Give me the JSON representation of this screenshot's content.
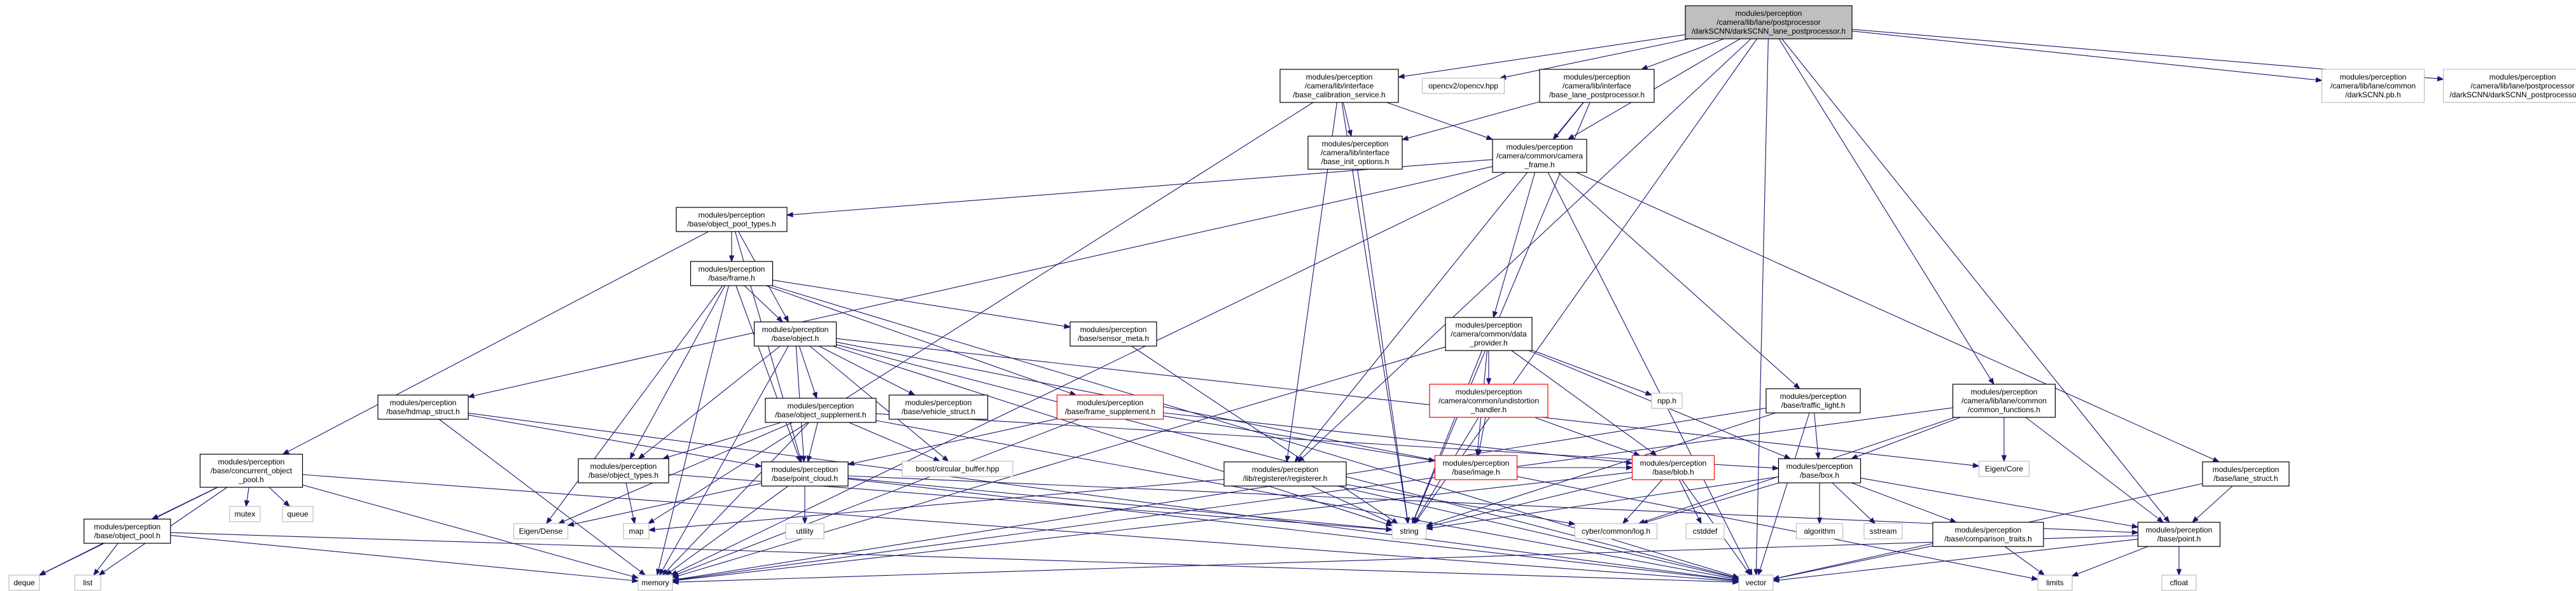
{
  "graph": {
    "root": "n0",
    "nodes": [
      {
        "id": "n0",
        "lines": [
          "modules/perception",
          "/camera/lib/lane/postprocessor",
          "/darkSCNN/darkSCNN_lane_postprocessor.h"
        ],
        "style": "root"
      },
      {
        "id": "n1",
        "lines": [
          "modules/perception",
          "/camera/lib/interface",
          "/base_calibration_service.h"
        ],
        "style": "normal"
      },
      {
        "id": "n2",
        "lines": [
          "opencv2/opencv.hpp"
        ],
        "style": "sys"
      },
      {
        "id": "n3",
        "lines": [
          "modules/perception",
          "/camera/lib/interface",
          "/base_lane_postprocessor.h"
        ],
        "style": "normal"
      },
      {
        "id": "n4",
        "lines": [
          "modules/perception",
          "/camera/lib/lane/common",
          "/darkSCNN.pb.h"
        ],
        "style": "sys"
      },
      {
        "id": "n5",
        "lines": [
          "modules/perception",
          "/camera/lib/lane/postprocessor",
          "/darkSCNN/darkSCNN_postprocessor.pb.h"
        ],
        "style": "sys"
      },
      {
        "id": "n6",
        "lines": [
          "modules/perception",
          "/camera/lib/interface",
          "/base_init_options.h"
        ],
        "style": "normal"
      },
      {
        "id": "n7",
        "lines": [
          "modules/perception",
          "/camera/common/camera",
          "_frame.h"
        ],
        "style": "normal"
      },
      {
        "id": "n8",
        "lines": [
          "modules/perception",
          "/base/object_pool_types.h"
        ],
        "style": "normal"
      },
      {
        "id": "n9",
        "lines": [
          "modules/perception",
          "/base/frame.h"
        ],
        "style": "normal"
      },
      {
        "id": "n10",
        "lines": [
          "modules/perception",
          "/base/object.h"
        ],
        "style": "normal"
      },
      {
        "id": "n11",
        "lines": [
          "modules/perception",
          "/base/sensor_meta.h"
        ],
        "style": "normal"
      },
      {
        "id": "n12",
        "lines": [
          "modules/perception",
          "/camera/common/data",
          "_provider.h"
        ],
        "style": "normal"
      },
      {
        "id": "n13",
        "lines": [
          "modules/perception",
          "/camera/common/undistortion",
          "_handler.h"
        ],
        "style": "red"
      },
      {
        "id": "n14",
        "lines": [
          "npp.h"
        ],
        "style": "sys"
      },
      {
        "id": "n15",
        "lines": [
          "modules/perception",
          "/base/traffic_light.h"
        ],
        "style": "normal"
      },
      {
        "id": "n16",
        "lines": [
          "modules/perception",
          "/camera/lib/lane/common",
          "/common_functions.h"
        ],
        "style": "normal"
      },
      {
        "id": "n17",
        "lines": [
          "modules/perception",
          "/base/hdmap_struct.h"
        ],
        "style": "normal"
      },
      {
        "id": "n18",
        "lines": [
          "modules/perception",
          "/base/object_supplement.h"
        ],
        "style": "normal"
      },
      {
        "id": "n19",
        "lines": [
          "modules/perception",
          "/base/vehicle_struct.h"
        ],
        "style": "normal"
      },
      {
        "id": "n20",
        "lines": [
          "modules/perception",
          "/base/frame_supplement.h"
        ],
        "style": "red"
      },
      {
        "id": "n21",
        "lines": [
          "modules/perception",
          "/base/concurrent_object",
          "_pool.h"
        ],
        "style": "normal"
      },
      {
        "id": "n22",
        "lines": [
          "modules/perception",
          "/base/object_types.h"
        ],
        "style": "normal"
      },
      {
        "id": "n23",
        "lines": [
          "modules/perception",
          "/base/point_cloud.h"
        ],
        "style": "normal"
      },
      {
        "id": "n24",
        "lines": [
          "boost/circular_buffer.hpp"
        ],
        "style": "sys"
      },
      {
        "id": "n25",
        "lines": [
          "modules/perception",
          "/lib/registerer/registerer.h"
        ],
        "style": "normal"
      },
      {
        "id": "n26",
        "lines": [
          "modules/perception",
          "/base/image.h"
        ],
        "style": "red"
      },
      {
        "id": "n27",
        "lines": [
          "modules/perception",
          "/base/blob.h"
        ],
        "style": "red"
      },
      {
        "id": "n28",
        "lines": [
          "Eigen/Core"
        ],
        "style": "sys"
      },
      {
        "id": "n29",
        "lines": [
          "modules/perception",
          "/base/box.h"
        ],
        "style": "normal"
      },
      {
        "id": "n30",
        "lines": [
          "modules/perception",
          "/base/lane_struct.h"
        ],
        "style": "normal"
      },
      {
        "id": "n31",
        "lines": [
          "modules/perception",
          "/base/object_pool.h"
        ],
        "style": "normal"
      },
      {
        "id": "n32",
        "lines": [
          "mutex"
        ],
        "style": "sys"
      },
      {
        "id": "n33",
        "lines": [
          "queue"
        ],
        "style": "sys"
      },
      {
        "id": "n34",
        "lines": [
          "Eigen/Dense"
        ],
        "style": "sys"
      },
      {
        "id": "n35",
        "lines": [
          "map"
        ],
        "style": "sys"
      },
      {
        "id": "n36",
        "lines": [
          "utility"
        ],
        "style": "sys"
      },
      {
        "id": "n37",
        "lines": [
          "string"
        ],
        "style": "sys"
      },
      {
        "id": "n38",
        "lines": [
          "cyber/common/log.h"
        ],
        "style": "sys"
      },
      {
        "id": "n39",
        "lines": [
          "cstddef"
        ],
        "style": "sys"
      },
      {
        "id": "n40",
        "lines": [
          "algorithm"
        ],
        "style": "sys"
      },
      {
        "id": "n41",
        "lines": [
          "sstream"
        ],
        "style": "sys"
      },
      {
        "id": "n42",
        "lines": [
          "modules/perception",
          "/base/comparison_traits.h"
        ],
        "style": "normal"
      },
      {
        "id": "n43",
        "lines": [
          "modules/perception",
          "/base/point.h"
        ],
        "style": "normal"
      },
      {
        "id": "n44",
        "lines": [
          "deque"
        ],
        "style": "sys"
      },
      {
        "id": "n45",
        "lines": [
          "list"
        ],
        "style": "sys"
      },
      {
        "id": "n46",
        "lines": [
          "memory"
        ],
        "style": "sys"
      },
      {
        "id": "n47",
        "lines": [
          "vector"
        ],
        "style": "sys"
      },
      {
        "id": "n48",
        "lines": [
          "limits"
        ],
        "style": "sys"
      },
      {
        "id": "n49",
        "lines": [
          "cfloat"
        ],
        "style": "sys"
      }
    ],
    "edges": [
      [
        "n0",
        "n1"
      ],
      [
        "n0",
        "n2"
      ],
      [
        "n0",
        "n3"
      ],
      [
        "n0",
        "n4"
      ],
      [
        "n0",
        "n5"
      ],
      [
        "n0",
        "n7"
      ],
      [
        "n0",
        "n16"
      ],
      [
        "n0",
        "n25"
      ],
      [
        "n0",
        "n37"
      ],
      [
        "n0",
        "n43"
      ],
      [
        "n0",
        "n47"
      ],
      [
        "n1",
        "n6"
      ],
      [
        "n1",
        "n7"
      ],
      [
        "n1",
        "n25"
      ],
      [
        "n1",
        "n37"
      ],
      [
        "n1",
        "n35"
      ],
      [
        "n3",
        "n6"
      ],
      [
        "n3",
        "n7"
      ],
      [
        "n3",
        "n25"
      ],
      [
        "n3",
        "n37"
      ],
      [
        "n6",
        "n37"
      ],
      [
        "n7",
        "n8"
      ],
      [
        "n7",
        "n12"
      ],
      [
        "n7",
        "n15"
      ],
      [
        "n7",
        "n17"
      ],
      [
        "n7",
        "n30"
      ],
      [
        "n7",
        "n46"
      ],
      [
        "n7",
        "n47"
      ],
      [
        "n8",
        "n9"
      ],
      [
        "n8",
        "n10"
      ],
      [
        "n8",
        "n21"
      ],
      [
        "n8",
        "n23"
      ],
      [
        "n9",
        "n10"
      ],
      [
        "n9",
        "n11"
      ],
      [
        "n9",
        "n20"
      ],
      [
        "n9",
        "n22"
      ],
      [
        "n9",
        "n23"
      ],
      [
        "n9",
        "n34"
      ],
      [
        "n9",
        "n46"
      ],
      [
        "n9",
        "n47"
      ],
      [
        "n10",
        "n18"
      ],
      [
        "n10",
        "n19"
      ],
      [
        "n10",
        "n22"
      ],
      [
        "n10",
        "n23"
      ],
      [
        "n10",
        "n24"
      ],
      [
        "n10",
        "n28"
      ],
      [
        "n10",
        "n37"
      ],
      [
        "n10",
        "n46"
      ],
      [
        "n10",
        "n47"
      ],
      [
        "n10",
        "n48"
      ],
      [
        "n11",
        "n37"
      ],
      [
        "n12",
        "n13"
      ],
      [
        "n12",
        "n14"
      ],
      [
        "n12",
        "n26"
      ],
      [
        "n12",
        "n27"
      ],
      [
        "n12",
        "n29"
      ],
      [
        "n12",
        "n37"
      ],
      [
        "n12",
        "n46"
      ],
      [
        "n13",
        "n26"
      ],
      [
        "n13",
        "n27"
      ],
      [
        "n13",
        "n37"
      ],
      [
        "n15",
        "n29"
      ],
      [
        "n15",
        "n37"
      ],
      [
        "n15",
        "n46"
      ],
      [
        "n15",
        "n47"
      ],
      [
        "n16",
        "n28"
      ],
      [
        "n16",
        "n29"
      ],
      [
        "n16",
        "n38"
      ],
      [
        "n16",
        "n43"
      ],
      [
        "n16",
        "n46"
      ],
      [
        "n17",
        "n23"
      ],
      [
        "n17",
        "n46"
      ],
      [
        "n17",
        "n47"
      ],
      [
        "n18",
        "n22"
      ],
      [
        "n18",
        "n23"
      ],
      [
        "n18",
        "n24"
      ],
      [
        "n18",
        "n29"
      ],
      [
        "n18",
        "n34"
      ],
      [
        "n18",
        "n46"
      ],
      [
        "n18",
        "n47"
      ],
      [
        "n20",
        "n23"
      ],
      [
        "n20",
        "n26"
      ],
      [
        "n20",
        "n27"
      ],
      [
        "n20",
        "n46"
      ],
      [
        "n21",
        "n31"
      ],
      [
        "n21",
        "n32"
      ],
      [
        "n21",
        "n33"
      ],
      [
        "n21",
        "n44"
      ],
      [
        "n21",
        "n45"
      ],
      [
        "n21",
        "n46"
      ],
      [
        "n21",
        "n47"
      ],
      [
        "n22",
        "n35"
      ],
      [
        "n22",
        "n37"
      ],
      [
        "n23",
        "n34"
      ],
      [
        "n23",
        "n36"
      ],
      [
        "n23",
        "n37"
      ],
      [
        "n23",
        "n43"
      ],
      [
        "n23",
        "n46"
      ],
      [
        "n23",
        "n47"
      ],
      [
        "n25",
        "n35"
      ],
      [
        "n25",
        "n37"
      ],
      [
        "n25",
        "n38"
      ],
      [
        "n25",
        "n47"
      ],
      [
        "n26",
        "n27"
      ],
      [
        "n27",
        "n37"
      ],
      [
        "n27",
        "n38"
      ],
      [
        "n27",
        "n39"
      ],
      [
        "n27",
        "n46"
      ],
      [
        "n27",
        "n47"
      ],
      [
        "n29",
        "n37"
      ],
      [
        "n29",
        "n38"
      ],
      [
        "n29",
        "n40"
      ],
      [
        "n29",
        "n41"
      ],
      [
        "n29",
        "n42"
      ],
      [
        "n29",
        "n43"
      ],
      [
        "n30",
        "n43"
      ],
      [
        "n30",
        "n47"
      ],
      [
        "n31",
        "n44"
      ],
      [
        "n31",
        "n45"
      ],
      [
        "n31",
        "n46"
      ],
      [
        "n31",
        "n47"
      ],
      [
        "n42",
        "n47"
      ],
      [
        "n42",
        "n48"
      ],
      [
        "n43",
        "n47"
      ],
      [
        "n43",
        "n48"
      ],
      [
        "n43",
        "n49"
      ],
      [
        "n43",
        "n46"
      ]
    ]
  }
}
